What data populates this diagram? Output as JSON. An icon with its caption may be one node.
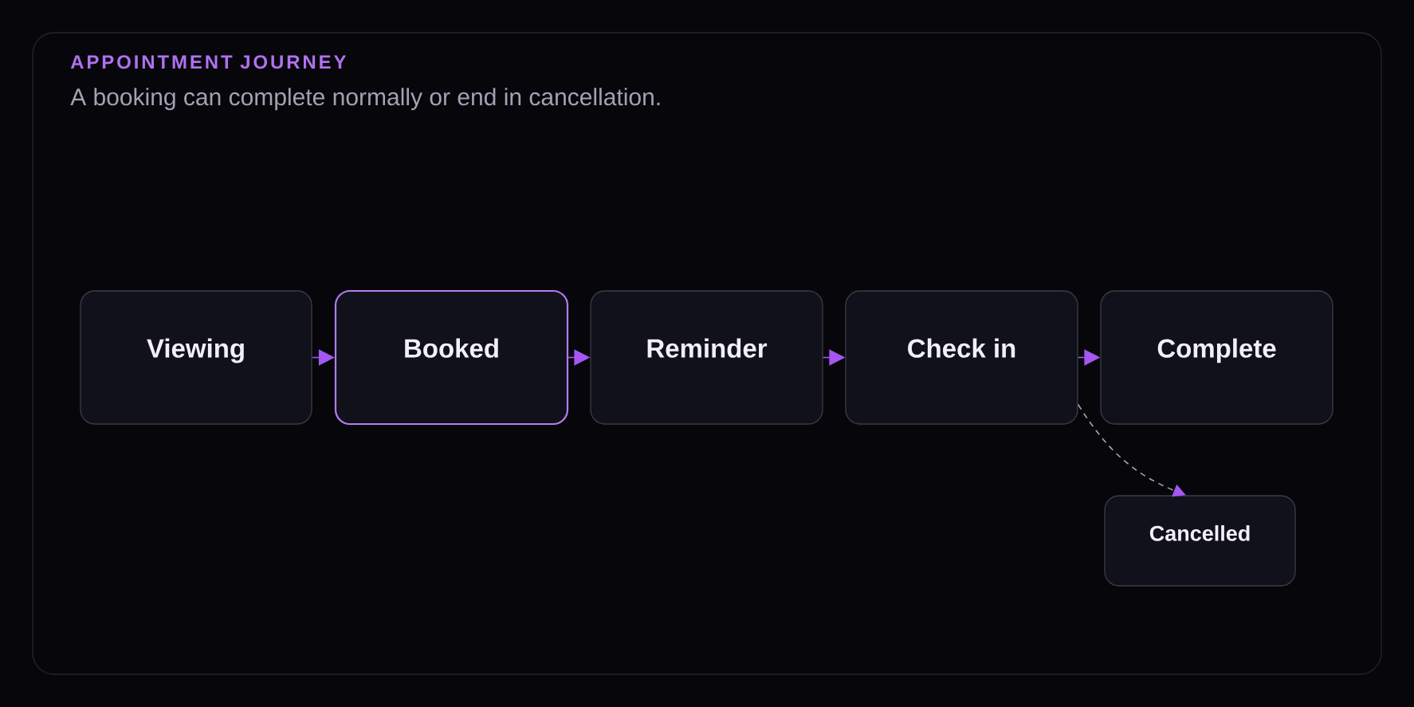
{
  "diagram": {
    "title": "APPOINTMENT JOURNEY",
    "caption": "A booking can complete normally or end in cancellation.",
    "nodes": [
      {
        "text": [
          "Viewing"
        ]
      },
      {
        "text": [
          "Booked"
        ]
      },
      {
        "text": [
          "Reminder"
        ]
      },
      {
        "text": [
          "Check in"
        ]
      },
      {
        "text": [
          "Complete"
        ]
      },
      {
        "text": [
          "Cancelled"
        ]
      }
    ],
    "edges": [
      {
        "from": 0,
        "to": 1,
        "arrow": "to"
      },
      {
        "from": 1,
        "to": 2,
        "arrow": "to"
      },
      {
        "from": 2,
        "to": 3,
        "arrow": "to"
      },
      {
        "from": 3,
        "to": 4,
        "arrow": "to"
      },
      {
        "from": 3,
        "to": 5,
        "arrow": "to",
        "style": "dashed",
        "color": "#a6a6b0"
      }
    ]
  }
}
